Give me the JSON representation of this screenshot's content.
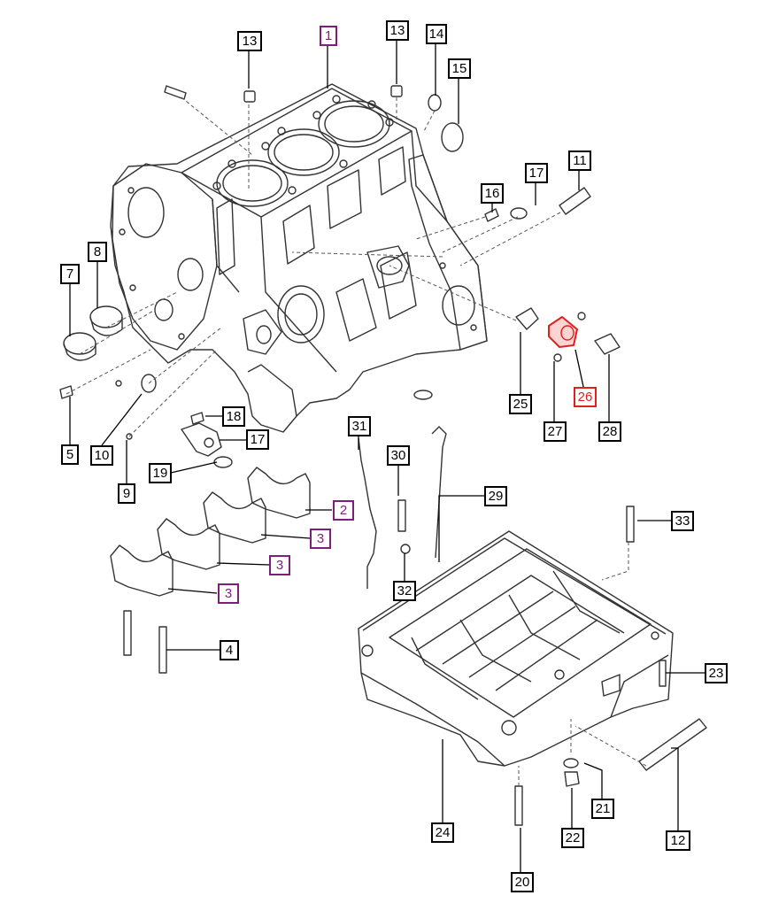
{
  "colors": {
    "line": "#000000",
    "part_outline": "#333333",
    "reference_callout": "#7b1f7b",
    "highlight_part": "#e0201c"
  },
  "callouts": [
    {
      "id": "c1",
      "label": "1",
      "style": "reference"
    },
    {
      "id": "c2",
      "label": "2",
      "style": "reference"
    },
    {
      "id": "c3a",
      "label": "3",
      "style": "reference"
    },
    {
      "id": "c3b",
      "label": "3",
      "style": "reference"
    },
    {
      "id": "c3c",
      "label": "3",
      "style": "reference"
    },
    {
      "id": "c4",
      "label": "4",
      "style": "normal"
    },
    {
      "id": "c5",
      "label": "5",
      "style": "normal"
    },
    {
      "id": "c7",
      "label": "7",
      "style": "normal"
    },
    {
      "id": "c8",
      "label": "8",
      "style": "normal"
    },
    {
      "id": "c9",
      "label": "9",
      "style": "normal"
    },
    {
      "id": "c10",
      "label": "10",
      "style": "normal"
    },
    {
      "id": "c11",
      "label": "11",
      "style": "normal"
    },
    {
      "id": "c12",
      "label": "12",
      "style": "normal"
    },
    {
      "id": "c13a",
      "label": "13",
      "style": "normal"
    },
    {
      "id": "c13b",
      "label": "13",
      "style": "normal"
    },
    {
      "id": "c14",
      "label": "14",
      "style": "normal"
    },
    {
      "id": "c15",
      "label": "15",
      "style": "normal"
    },
    {
      "id": "c16",
      "label": "16",
      "style": "normal"
    },
    {
      "id": "c17a",
      "label": "17",
      "style": "normal"
    },
    {
      "id": "c17b",
      "label": "17",
      "style": "normal"
    },
    {
      "id": "c18",
      "label": "18",
      "style": "normal"
    },
    {
      "id": "c19",
      "label": "19",
      "style": "normal"
    },
    {
      "id": "c20",
      "label": "20",
      "style": "normal"
    },
    {
      "id": "c21",
      "label": "21",
      "style": "normal"
    },
    {
      "id": "c22",
      "label": "22",
      "style": "normal"
    },
    {
      "id": "c23",
      "label": "23",
      "style": "normal"
    },
    {
      "id": "c24",
      "label": "24",
      "style": "normal"
    },
    {
      "id": "c25",
      "label": "25",
      "style": "normal"
    },
    {
      "id": "c26",
      "label": "26",
      "style": "highlight"
    },
    {
      "id": "c27",
      "label": "27",
      "style": "normal"
    },
    {
      "id": "c28",
      "label": "28",
      "style": "normal"
    },
    {
      "id": "c29",
      "label": "29",
      "style": "normal"
    },
    {
      "id": "c30",
      "label": "30",
      "style": "normal"
    },
    {
      "id": "c31",
      "label": "31",
      "style": "normal"
    },
    {
      "id": "c32",
      "label": "32",
      "style": "normal"
    },
    {
      "id": "c33",
      "label": "33",
      "style": "normal"
    }
  ]
}
